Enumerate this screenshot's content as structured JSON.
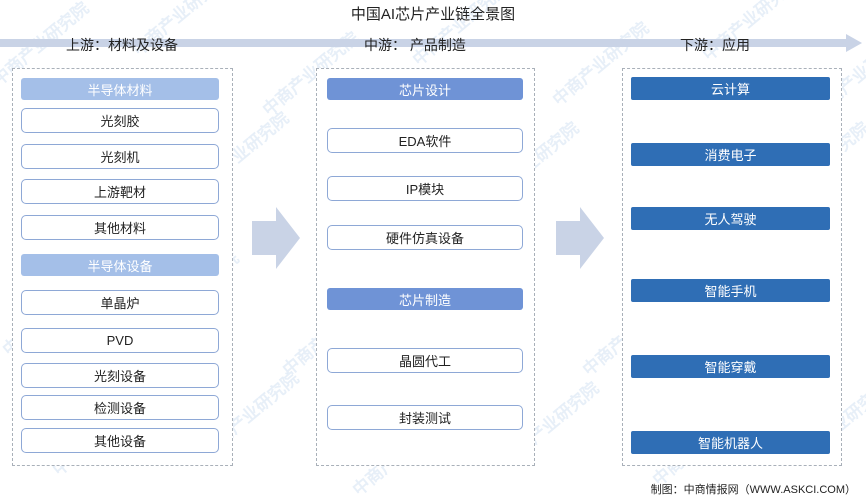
{
  "title": "中国AI芯片产业链全景图",
  "stages": {
    "upstream": "上游：材料及设备",
    "midstream": "中游：  产品制造",
    "downstream": "下游：应用"
  },
  "upstream": {
    "materials_header": "半导体材料",
    "materials": [
      "光刻胶",
      "光刻机",
      "上游靶材",
      "其他材料"
    ],
    "equipment_header": "半导体设备",
    "equipment": [
      "单晶炉",
      "PVD",
      "光刻设备",
      "检测设备",
      "其他设备"
    ]
  },
  "midstream": {
    "design_header": "芯片设计",
    "design": [
      "EDA软件",
      "IP模块",
      "硬件仿真设备"
    ],
    "manufacturing_header": "芯片制造",
    "manufacturing": [
      "晶圆代工",
      "封装测试"
    ]
  },
  "downstream": {
    "applications": [
      "云计算",
      "消费电子",
      "无人驾驶",
      "智能手机",
      "智能穿戴",
      "智能机器人"
    ]
  },
  "watermark": "中商产业研究院",
  "source": "制图：中商情报网（WWW.ASKCI.COM）",
  "colors": {
    "arrow": "#c9d3e6",
    "header_light": "#a4bfe8",
    "header_mid": "#6f93d6",
    "app_box": "#2f6eb5",
    "outline": "#8ea8d6"
  }
}
